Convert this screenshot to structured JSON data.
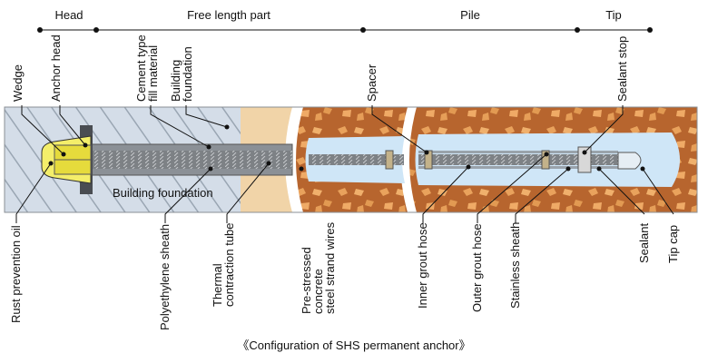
{
  "sections": {
    "head": "Head",
    "free_length": "Free length part",
    "pile": "Pile",
    "tip": "Tip"
  },
  "top_labels": {
    "wedge": "Wedge",
    "anchor_head": "Anchor head",
    "cement_fill": [
      "Cement type",
      "fill material"
    ],
    "building_foundation_top": [
      "Building",
      "foundation"
    ],
    "spacer": "Spacer",
    "sealant_stop": "Sealant stop"
  },
  "inner_label": "Building foundation",
  "bottom_labels": {
    "rust_prevention_oil": "Rust prevention oil",
    "polyethylene_sheath": "Polyethylene sheath",
    "thermal_tube": [
      "Thermal",
      "contraction tube"
    ],
    "pc_strand": [
      "Pre-stressed",
      "concrete",
      "steel strand wires"
    ],
    "inner_grout_hose": "Inner grout hose",
    "outer_grout_hose": "Outer grout hose",
    "stainless_sheath": "Stainless sheath",
    "sealant": "Sealant",
    "tip_cap": "Tip cap"
  },
  "caption": "《Configuration of SHS permanent anchor》",
  "colors": {
    "concrete": "#d4dde8",
    "hatch": "#9aa6b3",
    "soil_light": "#f1d4a8",
    "soil_dark": "#b7652e",
    "grout": "#cfe6f7",
    "anchor_yellow": "#f4ee6a",
    "steel": "#6f7377"
  }
}
